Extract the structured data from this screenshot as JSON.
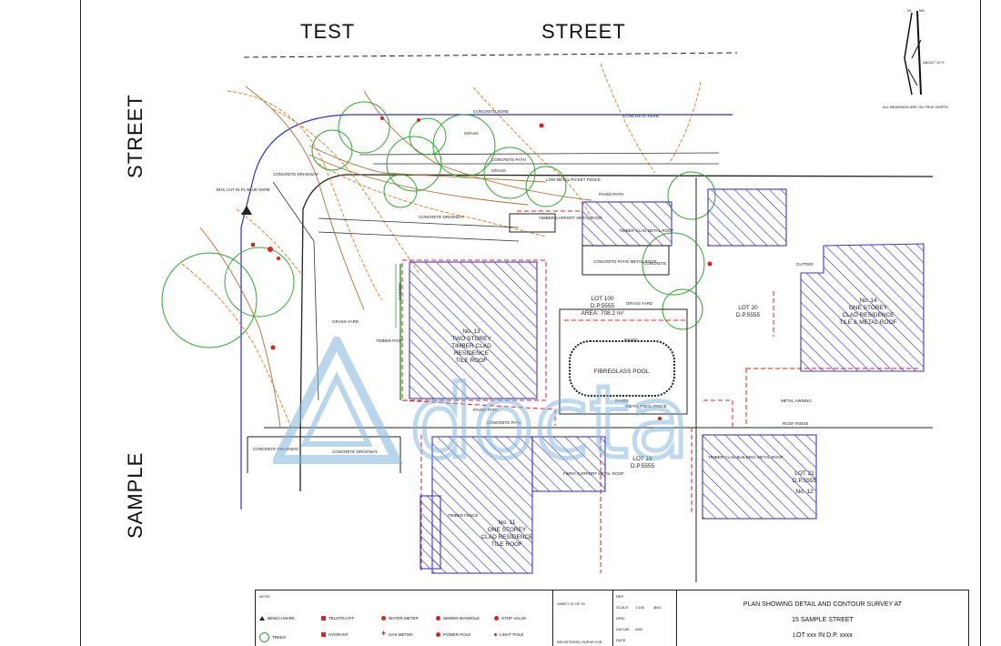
{
  "streets": {
    "test": "TEST",
    "street_top": "STREET",
    "street_left": "STREET",
    "sample": "SAMPLE"
  },
  "north": {
    "tn": "TN",
    "mn": "MN",
    "about": "ABOUT 10°0'",
    "note": "ALL BEARINGS ARE ON TRUE NORTH"
  },
  "labels": {
    "concrete_kerb_top": "CONCRETE KERB",
    "concrete_kerb_mid": "CONCRETE KERB",
    "concrete_path_top": "CONCRETE PATH",
    "grass_top": "GRASS",
    "grass_2": "GRASS",
    "concrete_driveway_1": "CONCRETE DRIVEWAY",
    "concrete_driveway_2": "CONCRETE DRIVEWAY",
    "concrete_driveway_3": "CONCRETE DRIVEWAY",
    "concrete_driveway_4": "CONCRETE DRIVEWAY",
    "grass_yard": "GRASS YARD",
    "grass_yard_2": "GRASS YARD",
    "garden": "GARDEN",
    "timber_post": "TIMBER POST",
    "low_metal_picket_fence": "LOW METAL PICKET FENCE",
    "paved_path": "PAVED PATH",
    "timber_carport": "TIMBER CARPORT METAL ROOF",
    "timber_clad": "TIMBER CLAD METAL ROOF",
    "concrete_patio": "CONCRETE PATIO METAL ROOF",
    "concrete": "CONCRETE",
    "lot100": "LOT 100",
    "dp_100": "D.P.5555",
    "area": "AREA: 708.2 m²",
    "no13_1": "No. 13",
    "no13_2": "TWO STOREY",
    "no13_3": "TIMBER CLAD",
    "no13_4": "RESIDENCE",
    "no13_5": "TILE ROOF",
    "fibreglass_pool": "FIBREGLASS POOL",
    "paved": "PAVED",
    "paved_2": "PAVED",
    "metal_pool_fence": "METAL POOL FENCE",
    "lot20": "LOT 20",
    "dp_20": "D.P.5555",
    "no14_1": "No. 14",
    "no14_2": "ONE STOREY",
    "no14_3": "CLAD RESIDENCE",
    "no14_4": "TILE & METAL ROOF",
    "metal_awning": "METAL AWNING",
    "roof_ridge": "ROOF RIDGE",
    "lot16": "LOT 16",
    "dp_16": "D.P.5555",
    "lot21": "LOT 21",
    "dp_21": "D.P.5555",
    "no12": "No. 12",
    "no11_1": "No. 11",
    "no11_2": "ONE STOREY",
    "no11_3": "CLAD RESIDENCE",
    "no11_4": "TILE ROOF",
    "fibro_carport": "FIBRO CARPORT METAL ROOF",
    "fibro_carport_2": "TIMBER CLAD BUILDING METAL ROOF",
    "timber_fence": "TIMBER FENCE",
    "paved_path_2": "PAVED PATH",
    "concrete_path_low": "CONCRETE PATH",
    "gas_meter_note": "BUS CUT IN PL BLUE KERB",
    "gutter": "GUTTER"
  },
  "titleblock": {
    "notes": "NOTE:",
    "legend": [
      {
        "name": "BENCH MARK",
        "color": "#222",
        "shape": "triangle"
      },
      {
        "name": "TELSTRA PIT",
        "color": "#d22",
        "shape": "square"
      },
      {
        "name": "WATER METER",
        "color": "#d22",
        "shape": "circle"
      },
      {
        "name": "SEWER MANHOLE",
        "color": "#d22",
        "shape": "circle"
      },
      {
        "name": "STOP VALVE",
        "color": "#d22",
        "shape": "circle"
      },
      {
        "name": "TREES",
        "color": "#2a2",
        "shape": "circle"
      },
      {
        "name": "HYDRANT",
        "color": "#d22",
        "shape": "square"
      },
      {
        "name": "GAS METER",
        "color": "#d22",
        "shape": "cross"
      },
      {
        "name": "POWER POLE",
        "color": "#d22",
        "shape": "circle"
      },
      {
        "name": "LIGHT POLE",
        "color": "#d22",
        "shape": "circle"
      }
    ],
    "sheet": "SHEET 01 OF 01",
    "registered_surveyor": "REGISTERED SURVEYOR",
    "ref": "REF:",
    "scale_label": "SCALE:",
    "scale_value": "1:150",
    "paper": "@A1",
    "drn": "DRN:",
    "datum_label": "DATUM:",
    "datum_value": "AHD",
    "date": "DATE:",
    "title_1": "PLAN SHOWING DETAIL AND CONTOUR SURVEY AT",
    "title_2": "15 SAMPLE STREET",
    "title_3": "LOT xxx IN  D.P. xxxx"
  },
  "colors": {
    "hatch": "#3f34c9",
    "boundary_red": "#e02020",
    "tree": "#2ea82e",
    "contour": "#d97a1f",
    "kerb_blue": "#2d2dd0",
    "dark_line": "#222222",
    "watermark": "#7fb4d8"
  },
  "watermark": {
    "text": "docta"
  }
}
